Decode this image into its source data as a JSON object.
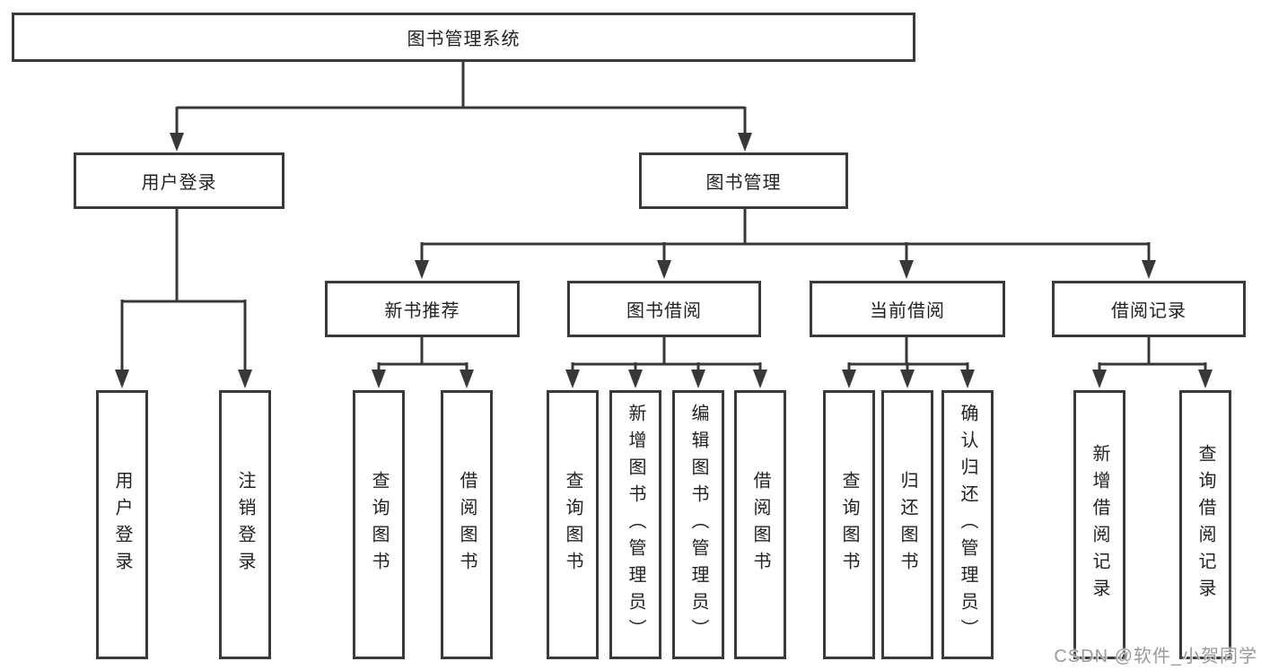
{
  "tree": {
    "root": {
      "label": "图书管理系统",
      "children": [
        {
          "label": "用户登录",
          "children": [
            {
              "label": "用户登录"
            },
            {
              "label": "注销登录"
            }
          ]
        },
        {
          "label": "图书管理",
          "children": [
            {
              "label": "新书推荐",
              "children": [
                {
                  "label": "查询图书"
                },
                {
                  "label": "借阅图书"
                }
              ]
            },
            {
              "label": "图书借阅",
              "children": [
                {
                  "label": "查询图书"
                },
                {
                  "label": "新增图书（管理员）"
                },
                {
                  "label": "编辑图书（管理员）"
                },
                {
                  "label": "借阅图书"
                }
              ]
            },
            {
              "label": "当前借阅",
              "children": [
                {
                  "label": "查询图书"
                },
                {
                  "label": "归还图书"
                },
                {
                  "label": "确认归还（管理员）"
                }
              ]
            },
            {
              "label": "借阅记录",
              "children": [
                {
                  "label": "新增借阅记录"
                },
                {
                  "label": "查询借阅记录"
                }
              ]
            }
          ]
        }
      ]
    }
  },
  "watermark": "CSDN @软件_小贺同学",
  "colors": {
    "line": "#383838",
    "box_border": "#3a3a3a",
    "text": "#222222",
    "watermark": "#9a9a9a",
    "background": "#ffffff"
  }
}
